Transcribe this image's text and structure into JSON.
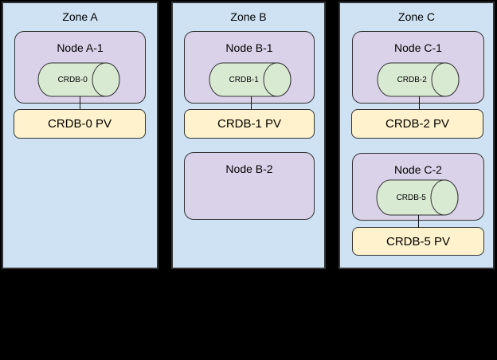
{
  "diagram": {
    "zones": [
      {
        "label": "Zone A",
        "nodes": [
          {
            "label": "Node A-1",
            "db": "CRDB-0",
            "pv": "CRDB-0 PV"
          }
        ]
      },
      {
        "label": "Zone B",
        "nodes": [
          {
            "label": "Node B-1",
            "db": "CRDB-1",
            "pv": "CRDB-1 PV"
          },
          {
            "label": "Node B-2"
          }
        ]
      },
      {
        "label": "Zone C",
        "nodes": [
          {
            "label": "Node C-1",
            "db": "CRDB-2",
            "pv": "CRDB-2 PV"
          },
          {
            "label": "Node C-2",
            "db": "CRDB-5",
            "pv": "CRDB-5 PV"
          }
        ]
      }
    ],
    "colors": {
      "background": "#000000",
      "zone_fill": "#cfe2f3",
      "node_fill": "#d9d2e9",
      "db_fill": "#d9ead3",
      "pv_fill": "#fff2cc",
      "stroke": "#333333"
    }
  }
}
